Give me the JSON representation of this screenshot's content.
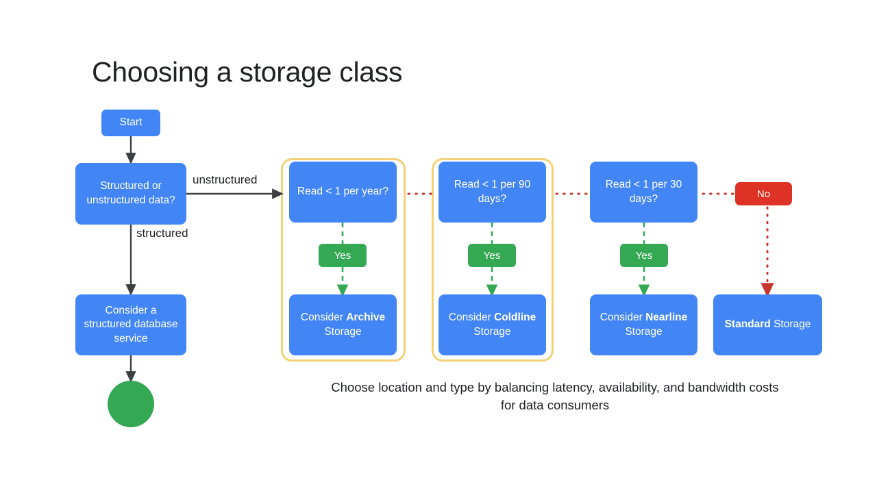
{
  "slide": {
    "title": "Choosing a storage class",
    "caption_line1": "Choose location and type by balancing latency, availability, and bandwidth costs",
    "caption_line2": "for data consumers"
  },
  "colors": {
    "node_blue": "#4285F4",
    "yes_green": "#34A853",
    "no_red": "#DE3226",
    "terminator_green": "#34A853",
    "highlight_yellow": "#F2D277",
    "arrow_dark": "#3C4043",
    "dotted_red": "#C5372C",
    "text_dark": "#202124"
  },
  "nodes": {
    "start": {
      "label": "Start"
    },
    "data_type_decision": {
      "label": "Structured or unstructured data?"
    },
    "structured_db": {
      "label": "Consider a structured database service"
    },
    "terminator": {
      "label": ""
    }
  },
  "edge_labels": {
    "unstructured": "unstructured",
    "structured": "structured"
  },
  "columns": [
    {
      "id": "archive",
      "highlighted": true,
      "question": "Read < 1 per year?",
      "yes_label": "Yes",
      "result_prefix": "Consider ",
      "result_bold": "Archive",
      "result_suffix": " Storage"
    },
    {
      "id": "coldline",
      "highlighted": true,
      "question": "Read < 1 per 90 days?",
      "yes_label": "Yes",
      "result_prefix": "Consider ",
      "result_bold": "Coldline",
      "result_suffix": " Storage"
    },
    {
      "id": "nearline",
      "highlighted": false,
      "question": "Read < 1 per 30 days?",
      "yes_label": "Yes",
      "result_prefix": "Consider ",
      "result_bold": "Nearline",
      "result_suffix": " Storage"
    }
  ],
  "final_branch": {
    "no_label": "No",
    "result_bold": "Standard",
    "result_suffix": " Storage"
  }
}
